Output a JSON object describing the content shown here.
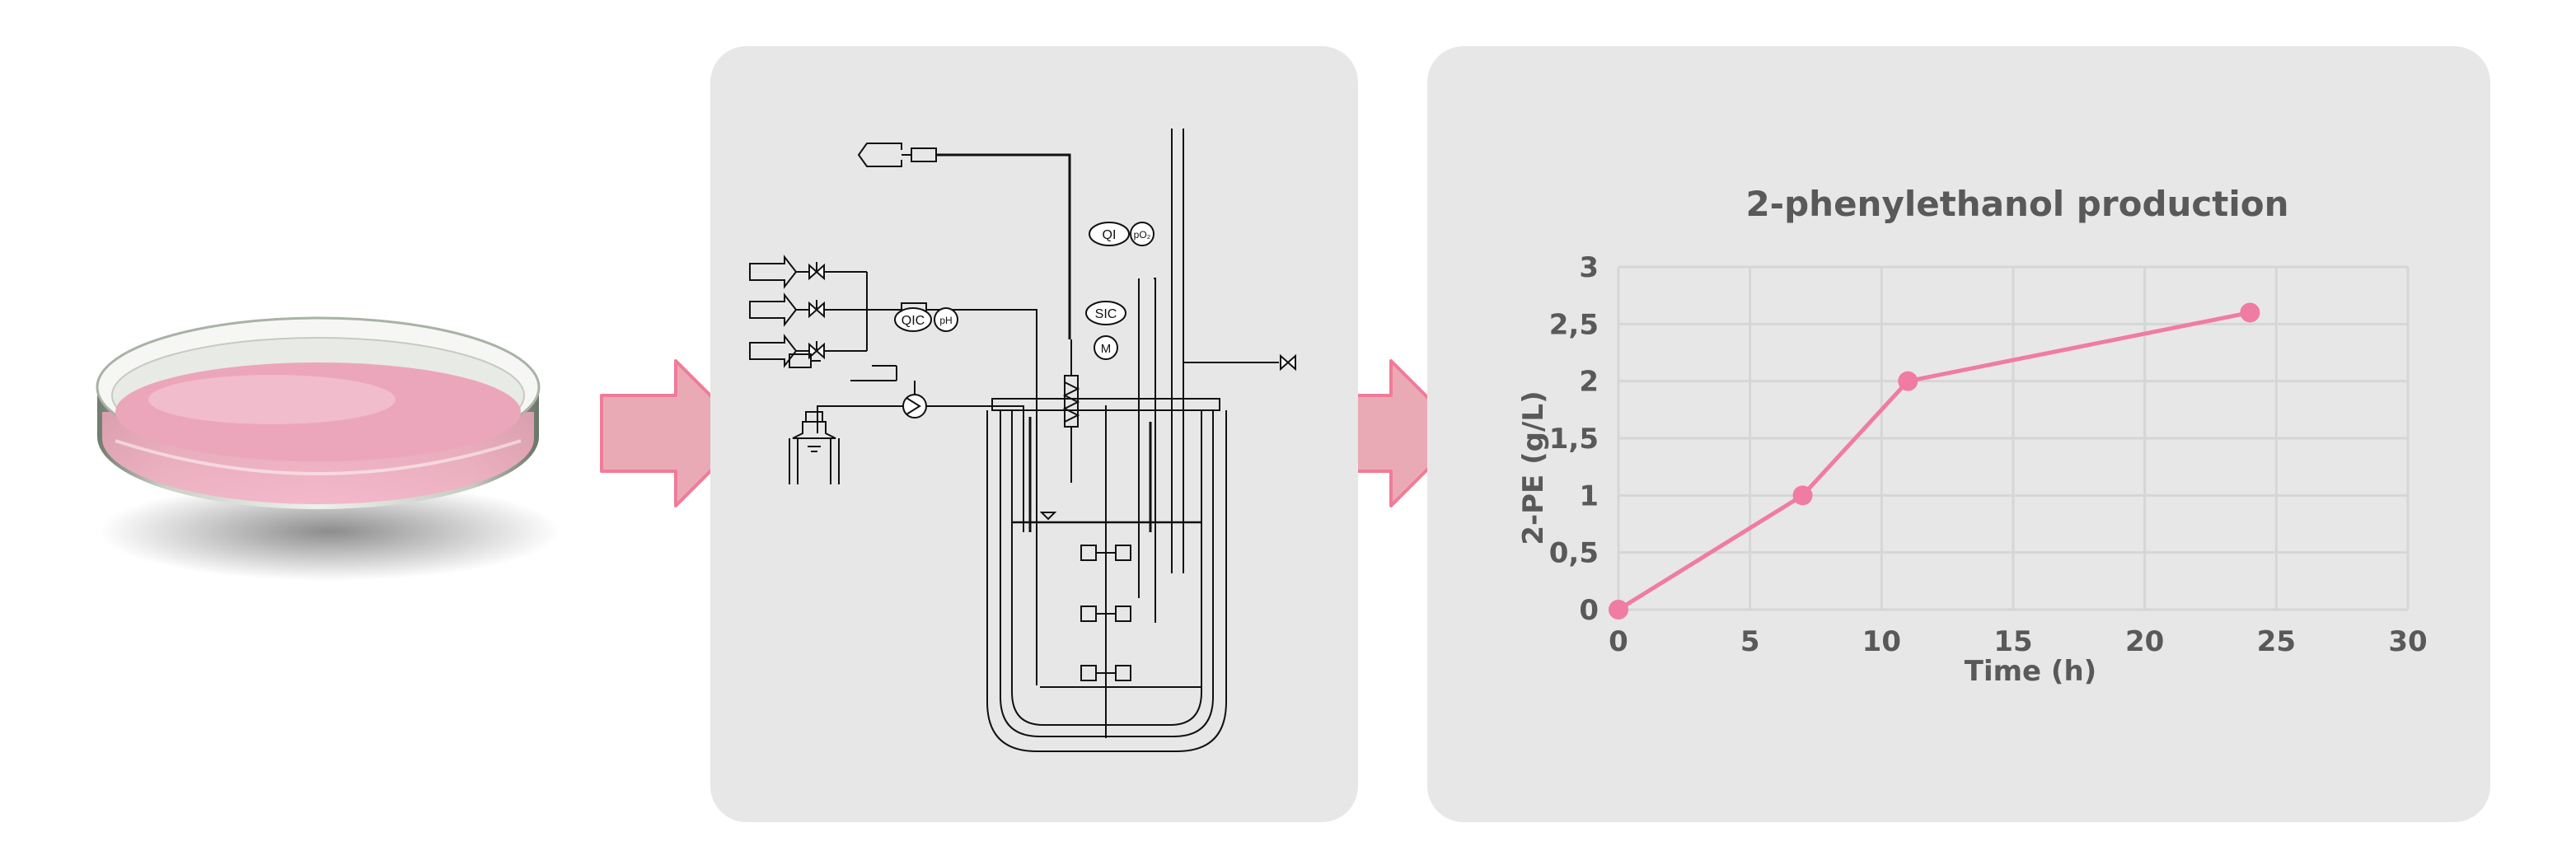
{
  "colors": {
    "panel": "#e7e7e7",
    "arrow_fill": "#e9aab5",
    "arrow_stroke": "#f07b98",
    "series": "#f07ba3",
    "grid": "#d6d6d6",
    "medium": "#f2a9c0"
  },
  "bioreactor": {
    "labels": {
      "qi": "QI",
      "po2": "pO₂",
      "qic": "QIC",
      "ph": "pH",
      "sic": "SIC",
      "motor": "M"
    }
  },
  "chart_data": {
    "type": "line",
    "title": "2-phenylethanol production",
    "xlabel": "Time (h)",
    "ylabel": "2-PE  (g/L)",
    "xlim": [
      0,
      30
    ],
    "ylim": [
      0,
      3
    ],
    "xticks": [
      "0",
      "5",
      "10",
      "15",
      "20",
      "25",
      "30"
    ],
    "yticks": [
      "0",
      "0,5",
      "1",
      "1,5",
      "2",
      "2,5",
      "3"
    ],
    "grid": true,
    "x": [
      0,
      7,
      11,
      24
    ],
    "y": [
      0,
      1,
      2,
      2.6
    ]
  }
}
